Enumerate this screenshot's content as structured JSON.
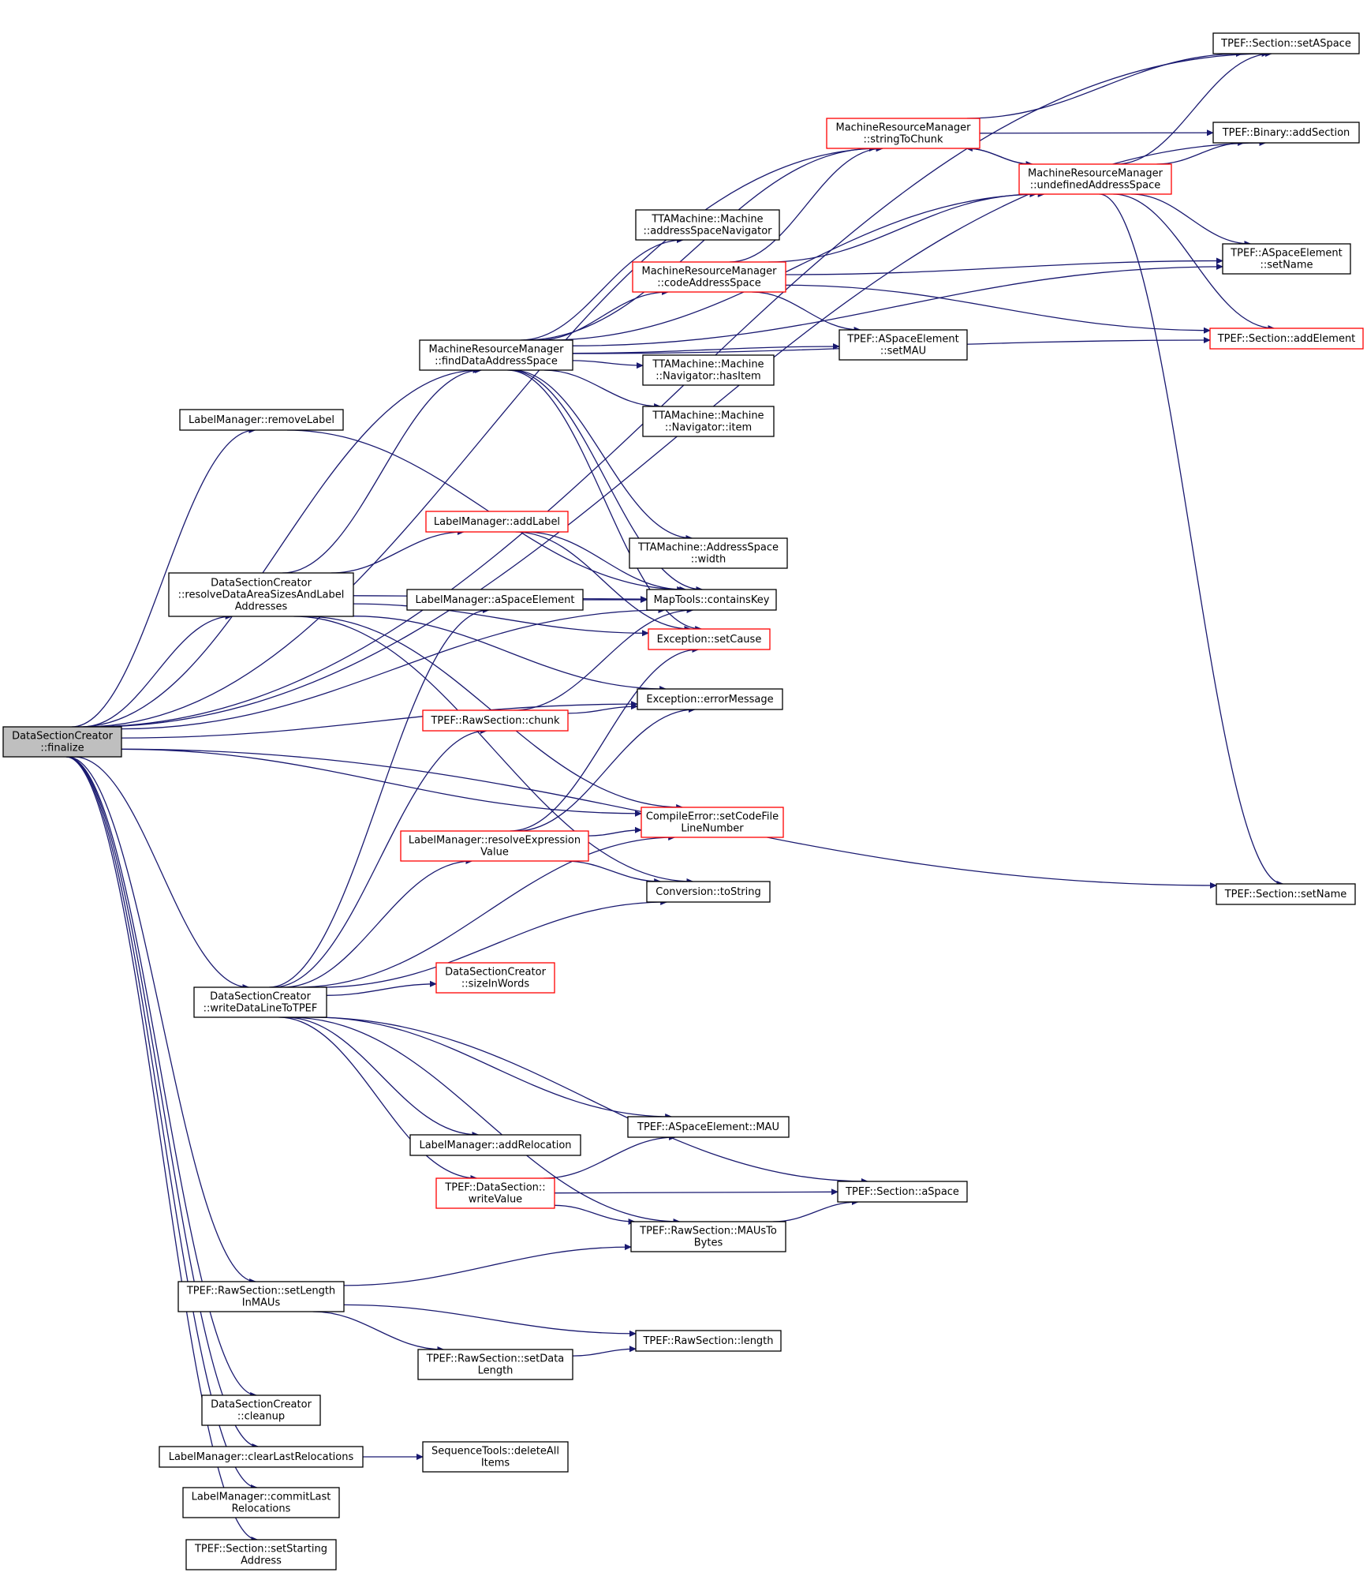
{
  "graph": {
    "type": "call-graph",
    "colors": {
      "edge": "#191970",
      "node_border": "#000000",
      "node_border_truncated": "#ff0000",
      "root_fill": "#bfbfbf",
      "background": "#ffffff"
    },
    "nodes": [
      {
        "id": "finalize",
        "lines": [
          "DataSectionCreator",
          "::finalize"
        ],
        "style": "root"
      },
      {
        "id": "setASpace",
        "lines": [
          "TPEF::Section::setASpace"
        ],
        "style": "normal"
      },
      {
        "id": "addSection",
        "lines": [
          "TPEF::Binary::addSection"
        ],
        "style": "normal"
      },
      {
        "id": "stringToChunk",
        "lines": [
          "MachineResourceManager",
          "::stringToChunk"
        ],
        "style": "red"
      },
      {
        "id": "undefinedAddressSpace",
        "lines": [
          "MachineResourceManager",
          "::undefinedAddressSpace"
        ],
        "style": "red"
      },
      {
        "id": "addressSpaceNavigator",
        "lines": [
          "TTAMachine::Machine",
          "::addressSpaceNavigator"
        ],
        "style": "normal"
      },
      {
        "id": "codeAddressSpace",
        "lines": [
          "MachineResourceManager",
          "::codeAddressSpace"
        ],
        "style": "red"
      },
      {
        "id": "aseSetName",
        "lines": [
          "TPEF::ASpaceElement",
          "::setName"
        ],
        "style": "normal"
      },
      {
        "id": "addElement",
        "lines": [
          "TPEF::Section::addElement"
        ],
        "style": "red"
      },
      {
        "id": "findDataAddressSpace",
        "lines": [
          "MachineResourceManager",
          "::findDataAddressSpace"
        ],
        "style": "normal"
      },
      {
        "id": "setMAU",
        "lines": [
          "TPEF::ASpaceElement",
          "::setMAU"
        ],
        "style": "normal"
      },
      {
        "id": "hasItem",
        "lines": [
          "TTAMachine::Machine",
          "::Navigator::hasItem"
        ],
        "style": "normal"
      },
      {
        "id": "item",
        "lines": [
          "TTAMachine::Machine",
          "::Navigator::item"
        ],
        "style": "normal"
      },
      {
        "id": "removeLabel",
        "lines": [
          "LabelManager::removeLabel"
        ],
        "style": "normal"
      },
      {
        "id": "addLabel",
        "lines": [
          "LabelManager::addLabel"
        ],
        "style": "red"
      },
      {
        "id": "asWidth",
        "lines": [
          "TTAMachine::AddressSpace",
          "::width"
        ],
        "style": "normal"
      },
      {
        "id": "resolveSizes",
        "lines": [
          "DataSectionCreator",
          "::resolveDataAreaSizesAndLabel",
          "Addresses"
        ],
        "style": "normal"
      },
      {
        "id": "aSpaceElement",
        "lines": [
          "LabelManager::aSpaceElement"
        ],
        "style": "normal"
      },
      {
        "id": "containsKey",
        "lines": [
          "MapTools::containsKey"
        ],
        "style": "normal"
      },
      {
        "id": "setCause",
        "lines": [
          "Exception::setCause"
        ],
        "style": "red"
      },
      {
        "id": "errorMessage",
        "lines": [
          "Exception::errorMessage"
        ],
        "style": "normal"
      },
      {
        "id": "chunk",
        "lines": [
          "TPEF::RawSection::chunk"
        ],
        "style": "red"
      },
      {
        "id": "setCodeFile",
        "lines": [
          "CompileError::setCodeFile",
          "LineNumber"
        ],
        "style": "red"
      },
      {
        "id": "resolveExpr",
        "lines": [
          "LabelManager::resolveExpression",
          "Value"
        ],
        "style": "red"
      },
      {
        "id": "toString",
        "lines": [
          "Conversion::toString"
        ],
        "style": "normal"
      },
      {
        "id": "secSetName",
        "lines": [
          "TPEF::Section::setName"
        ],
        "style": "normal"
      },
      {
        "id": "sizeInWords",
        "lines": [
          "DataSectionCreator",
          "::sizeInWords"
        ],
        "style": "red"
      },
      {
        "id": "writeDataLine",
        "lines": [
          "DataSectionCreator",
          "::writeDataLineToTPEF"
        ],
        "style": "normal"
      },
      {
        "id": "addRelocation",
        "lines": [
          "LabelManager::addRelocation"
        ],
        "style": "normal"
      },
      {
        "id": "aseMAU",
        "lines": [
          "TPEF::ASpaceElement::MAU"
        ],
        "style": "normal"
      },
      {
        "id": "writeValue",
        "lines": [
          "TPEF::DataSection::",
          "writeValue"
        ],
        "style": "red"
      },
      {
        "id": "aSpace",
        "lines": [
          "TPEF::Section::aSpace"
        ],
        "style": "normal"
      },
      {
        "id": "mausToBytes",
        "lines": [
          "TPEF::RawSection::MAUsTo",
          "Bytes"
        ],
        "style": "normal"
      },
      {
        "id": "setLength",
        "lines": [
          "TPEF::RawSection::setLength",
          "InMAUs"
        ],
        "style": "normal"
      },
      {
        "id": "rsLength",
        "lines": [
          "TPEF::RawSection::length"
        ],
        "style": "normal"
      },
      {
        "id": "setDataLength",
        "lines": [
          "TPEF::RawSection::setData",
          "Length"
        ],
        "style": "normal"
      },
      {
        "id": "cleanup",
        "lines": [
          "DataSectionCreator",
          "::cleanup"
        ],
        "style": "normal"
      },
      {
        "id": "clearLast",
        "lines": [
          "LabelManager::clearLastRelocations"
        ],
        "style": "normal"
      },
      {
        "id": "deleteAll",
        "lines": [
          "SequenceTools::deleteAll",
          "Items"
        ],
        "style": "normal"
      },
      {
        "id": "commitLast",
        "lines": [
          "LabelManager::commitLast",
          "Relocations"
        ],
        "style": "normal"
      },
      {
        "id": "setStarting",
        "lines": [
          "TPEF::Section::setStarting",
          "Address"
        ],
        "style": "normal"
      }
    ],
    "edges": [
      [
        "finalize",
        "setASpace"
      ],
      [
        "finalize",
        "addSection"
      ],
      [
        "finalize",
        "stringToChunk"
      ],
      [
        "finalize",
        "findDataAddressSpace"
      ],
      [
        "finalize",
        "removeLabel"
      ],
      [
        "finalize",
        "containsKey"
      ],
      [
        "finalize",
        "resolveSizes"
      ],
      [
        "finalize",
        "errorMessage"
      ],
      [
        "finalize",
        "setCodeFile"
      ],
      [
        "finalize",
        "writeDataLine"
      ],
      [
        "finalize",
        "setLength"
      ],
      [
        "finalize",
        "secSetName"
      ],
      [
        "finalize",
        "cleanup"
      ],
      [
        "finalize",
        "clearLast"
      ],
      [
        "finalize",
        "commitLast"
      ],
      [
        "finalize",
        "setStarting"
      ],
      [
        "stringToChunk",
        "setASpace"
      ],
      [
        "stringToChunk",
        "addSection"
      ],
      [
        "stringToChunk",
        "undefinedAddressSpace"
      ],
      [
        "undefinedAddressSpace",
        "stringToChunk"
      ],
      [
        "undefinedAddressSpace",
        "setASpace"
      ],
      [
        "undefinedAddressSpace",
        "addSection"
      ],
      [
        "undefinedAddressSpace",
        "aseSetName"
      ],
      [
        "undefinedAddressSpace",
        "addElement"
      ],
      [
        "undefinedAddressSpace",
        "secSetName"
      ],
      [
        "codeAddressSpace",
        "stringToChunk"
      ],
      [
        "codeAddressSpace",
        "undefinedAddressSpace"
      ],
      [
        "codeAddressSpace",
        "aseSetName"
      ],
      [
        "codeAddressSpace",
        "addElement"
      ],
      [
        "codeAddressSpace",
        "setMAU"
      ],
      [
        "findDataAddressSpace",
        "stringToChunk"
      ],
      [
        "findDataAddressSpace",
        "undefinedAddressSpace"
      ],
      [
        "findDataAddressSpace",
        "addressSpaceNavigator"
      ],
      [
        "findDataAddressSpace",
        "codeAddressSpace"
      ],
      [
        "findDataAddressSpace",
        "aseSetName"
      ],
      [
        "findDataAddressSpace",
        "hasItem"
      ],
      [
        "findDataAddressSpace",
        "item"
      ],
      [
        "findDataAddressSpace",
        "setMAU"
      ],
      [
        "findDataAddressSpace",
        "addElement"
      ],
      [
        "findDataAddressSpace",
        "asWidth"
      ],
      [
        "findDataAddressSpace",
        "containsKey"
      ],
      [
        "findDataAddressSpace",
        "setCause"
      ],
      [
        "removeLabel",
        "containsKey"
      ],
      [
        "resolveSizes",
        "findDataAddressSpace"
      ],
      [
        "resolveSizes",
        "addLabel"
      ],
      [
        "resolveSizes",
        "containsKey"
      ],
      [
        "resolveSizes",
        "setCause"
      ],
      [
        "resolveSizes",
        "errorMessage"
      ],
      [
        "resolveSizes",
        "setCodeFile"
      ],
      [
        "resolveSizes",
        "toString"
      ],
      [
        "addLabel",
        "containsKey"
      ],
      [
        "addLabel",
        "setCause"
      ],
      [
        "aSpaceElement",
        "containsKey"
      ],
      [
        "chunk",
        "containsKey"
      ],
      [
        "chunk",
        "errorMessage"
      ],
      [
        "resolveExpr",
        "setCause"
      ],
      [
        "resolveExpr",
        "errorMessage"
      ],
      [
        "resolveExpr",
        "setCodeFile"
      ],
      [
        "resolveExpr",
        "toString"
      ],
      [
        "writeDataLine",
        "aSpaceElement"
      ],
      [
        "writeDataLine",
        "chunk"
      ],
      [
        "writeDataLine",
        "resolveExpr"
      ],
      [
        "writeDataLine",
        "setCodeFile"
      ],
      [
        "writeDataLine",
        "toString"
      ],
      [
        "writeDataLine",
        "sizeInWords"
      ],
      [
        "writeDataLine",
        "aSpace"
      ],
      [
        "writeDataLine",
        "addRelocation"
      ],
      [
        "writeDataLine",
        "aseMAU"
      ],
      [
        "writeDataLine",
        "writeValue"
      ],
      [
        "writeDataLine",
        "mausToBytes"
      ],
      [
        "writeValue",
        "aseMAU"
      ],
      [
        "writeValue",
        "aSpace"
      ],
      [
        "writeValue",
        "mausToBytes"
      ],
      [
        "mausToBytes",
        "aSpace"
      ],
      [
        "setLength",
        "mausToBytes"
      ],
      [
        "setLength",
        "rsLength"
      ],
      [
        "setLength",
        "setDataLength"
      ],
      [
        "setDataLength",
        "rsLength"
      ],
      [
        "clearLast",
        "deleteAll"
      ]
    ]
  }
}
